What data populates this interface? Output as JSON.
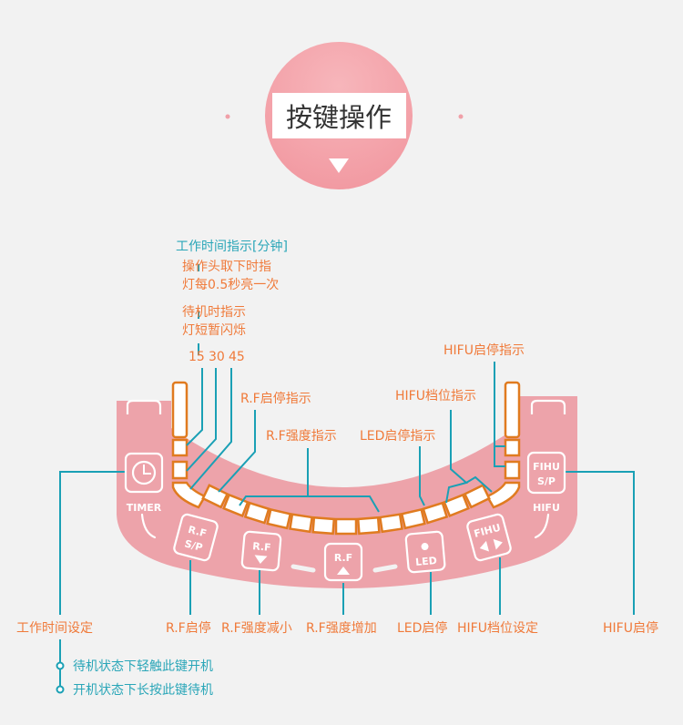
{
  "header": {
    "title": "按键操作"
  },
  "indicators": {
    "work_time": "工作时间指示[分钟]",
    "head_off_1": "操作头取下时指",
    "head_off_2": "灯每0.5秒亮一次",
    "standby_1": "待机时指示",
    "standby_2": "灯短暂闪烁",
    "minutes": [
      "15",
      "30",
      "45"
    ],
    "rf_sp": "R.F启停指示",
    "rf_strength": "R.F强度指示",
    "led_sp": "LED启停指示",
    "hifu_level": "HIFU档位指示",
    "hifu_sp": "HIFU启停指示"
  },
  "panel": {
    "timer_label": "TIMER",
    "hifu_label": "HIFU",
    "btn_rf_sp": [
      "R.F",
      "S/P"
    ],
    "btn_rf": "R.F",
    "btn_led": "LED",
    "btn_fihu": "FIHU",
    "btn_fihu_sp": [
      "FIHU",
      "S/P"
    ]
  },
  "buttons": {
    "timer": "工作时间设定",
    "rf_sp": "R.F启停",
    "rf_down": "R.F强度减小",
    "rf_up": "R.F强度增加",
    "led_sp": "LED启停",
    "hifu_level": "HIFU档位设定",
    "hifu_sp": "HIFU启停"
  },
  "notes": [
    "待机状态下轻触此键开机",
    "开机状态下长按此键待机"
  ],
  "colors": {
    "pink": "#eda3aa",
    "orange": "#f07a3a",
    "teal": "#1aa0b5"
  }
}
